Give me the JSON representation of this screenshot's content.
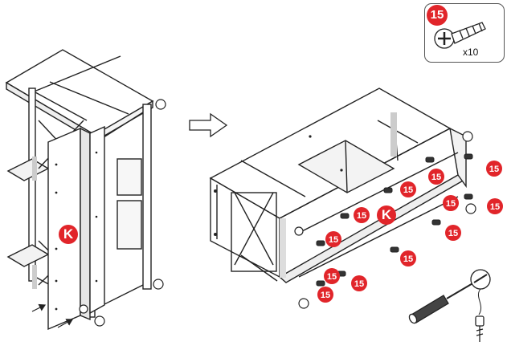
{
  "hardware_box": {
    "part_number": "15",
    "quantity": "x10",
    "icon": "phillips-screw-icon"
  },
  "panel_label": "K",
  "callout_label": "15",
  "callout_count": 12,
  "arrow_icon": "right-arrow-icon",
  "tool_icon": "phillips-screwdriver-icon",
  "colors": {
    "badge": "#e1252a",
    "line": "#222222",
    "panel_fill": "#ffffff",
    "shade": "#dcdcdc"
  }
}
